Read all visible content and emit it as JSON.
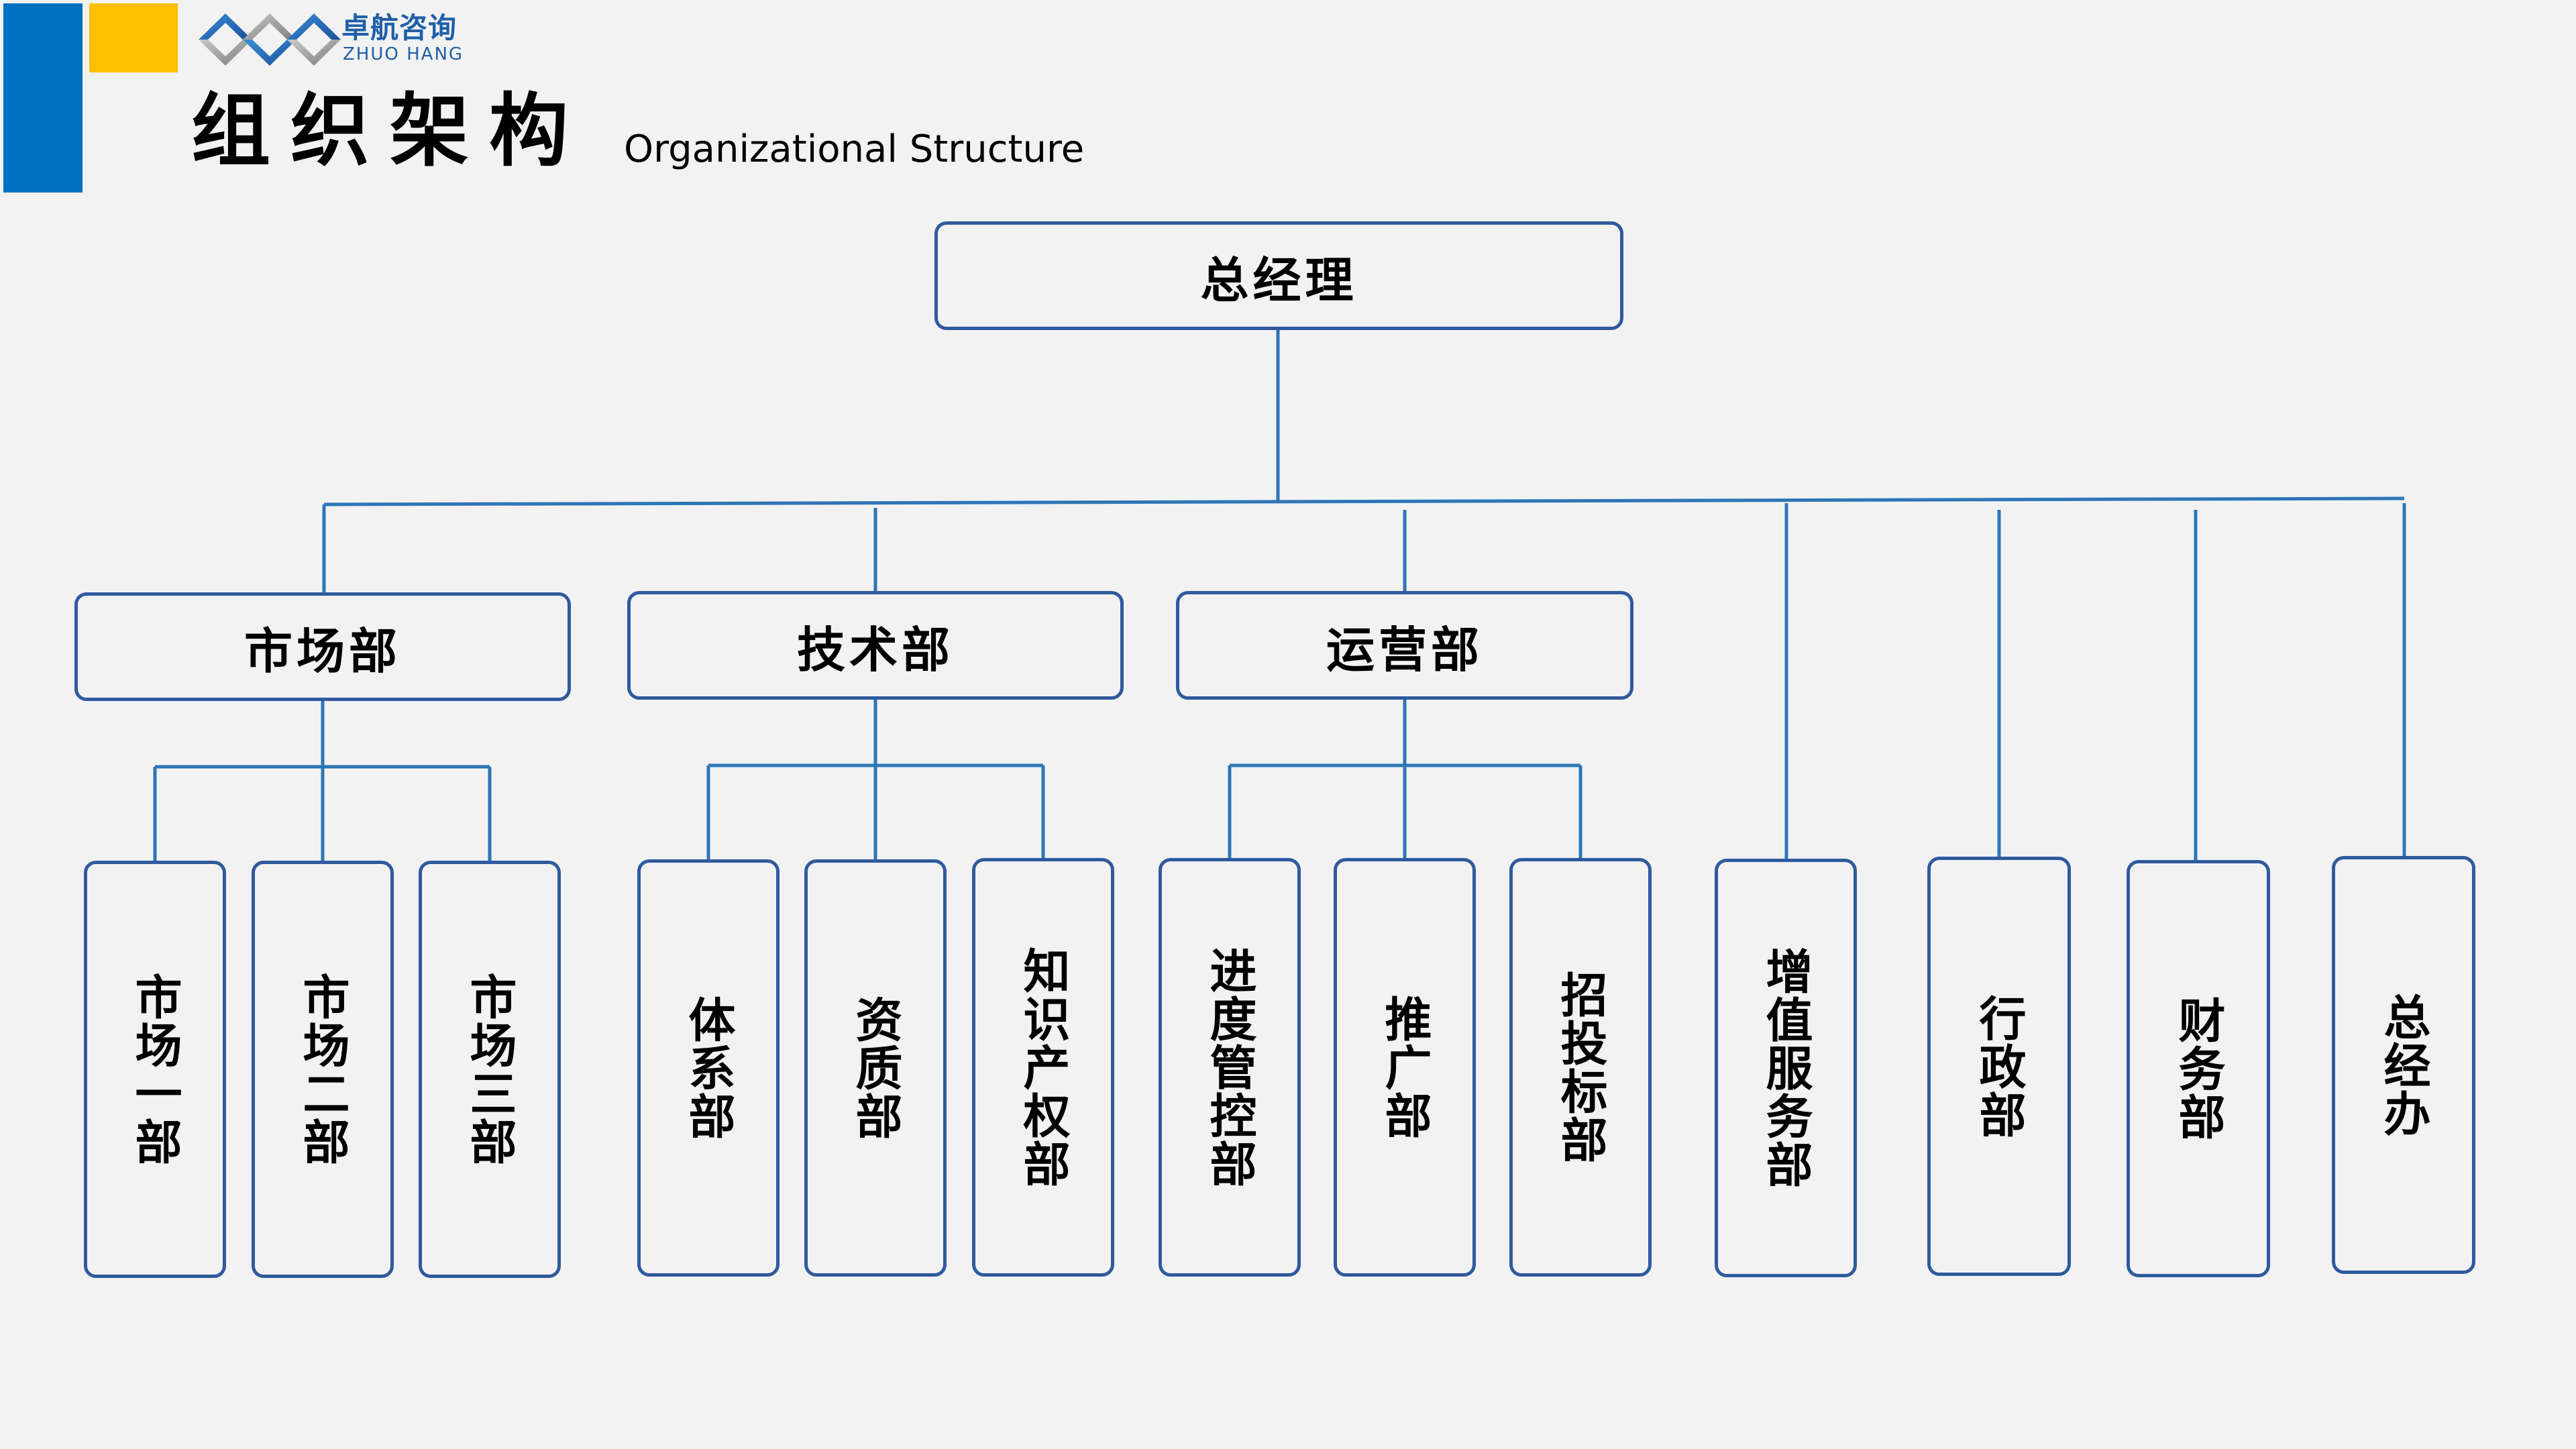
{
  "brand": {
    "name_cn": "卓航咨询",
    "name_en": "ZHUO HANG",
    "accent_blue": "#0070c0",
    "accent_yellow": "#ffc000",
    "logo_icon": "zhuohang-logo-icon"
  },
  "header": {
    "title": "组织架构",
    "subtitle": "Organizational Structure"
  },
  "org": {
    "root": "总经理",
    "level1": [
      {
        "label": "市场部",
        "children": [
          "市场一部",
          "市场二部",
          "市场三部"
        ]
      },
      {
        "label": "技术部",
        "children": [
          "体系部",
          "资质部",
          "知识产权部"
        ]
      },
      {
        "label": "运营部",
        "children": [
          "进度管控部",
          "推广部",
          "招投标部"
        ]
      },
      {
        "label": "增值服务部",
        "children": []
      },
      {
        "label": "行政部",
        "children": []
      },
      {
        "label": "财务部",
        "children": []
      },
      {
        "label": "总经办",
        "children": []
      }
    ],
    "line_color": "#2e75b6",
    "box_border_color": "#2f5a9e"
  }
}
